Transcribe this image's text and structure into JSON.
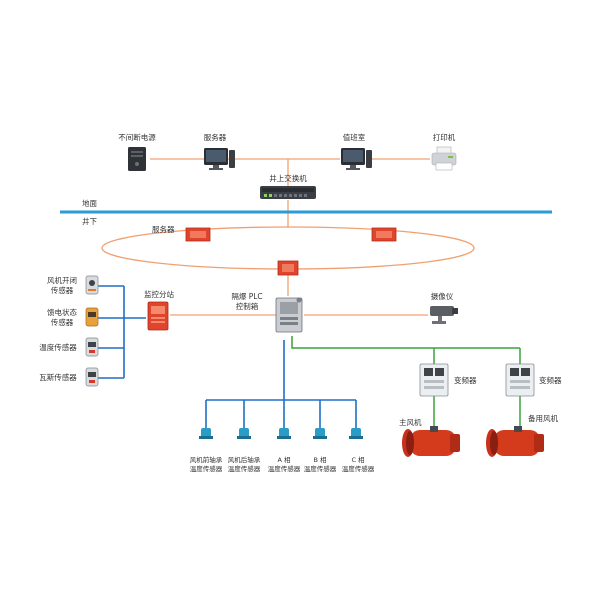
{
  "labels": {
    "ups": "不间断电源",
    "server_top": "服务器",
    "dispatch_room": "值班室",
    "printer": "打印机",
    "switch": "井上交换机",
    "surface": "地面",
    "underground": "井下",
    "server_ring": "服务器",
    "sensor_fan_switch": [
      "风机开闭",
      "传感器"
    ],
    "sensor_power": [
      "馈电状态",
      "传感器"
    ],
    "sensor_temp": "温度传感器",
    "sensor_gas": "瓦斯传感器",
    "monitor_substation": "监控分站",
    "plc": [
      "隔爆 PLC",
      "控制箱"
    ],
    "camera": "摄像仪",
    "vfd1": "变频器",
    "vfd2": "变频器",
    "main_fan": "主风机",
    "backup_fan": "备用风机",
    "bottom_sensors": [
      [
        "风机前轴承",
        "温度传感器"
      ],
      [
        "风机后轴承",
        "温度传感器"
      ],
      [
        "A 相",
        "温度传感器"
      ],
      [
        "B 相",
        "温度传感器"
      ],
      [
        "C 相",
        "温度传感器"
      ]
    ]
  },
  "colors": {
    "ethernet": "#f0a070",
    "ground_line": "#2b9ad6",
    "green_link": "#3aa33a",
    "blue_link": "#1f6fc5",
    "node_red": "#e0442c",
    "fan_red": "#d43a1c"
  },
  "icons": {
    "ups": "ups-tower-icon",
    "server": "computer-monitor-icon",
    "printer": "printer-icon",
    "switch": "network-switch-icon",
    "ring_node": "explosion-proof-node-icon",
    "sensor": "sensor-icon",
    "substation": "monitor-substation-icon",
    "plc": "plc-cabinet-icon",
    "camera": "camera-icon",
    "vfd": "inverter-cabinet-icon",
    "fan": "axial-fan-icon",
    "probe": "temperature-probe-icon"
  }
}
